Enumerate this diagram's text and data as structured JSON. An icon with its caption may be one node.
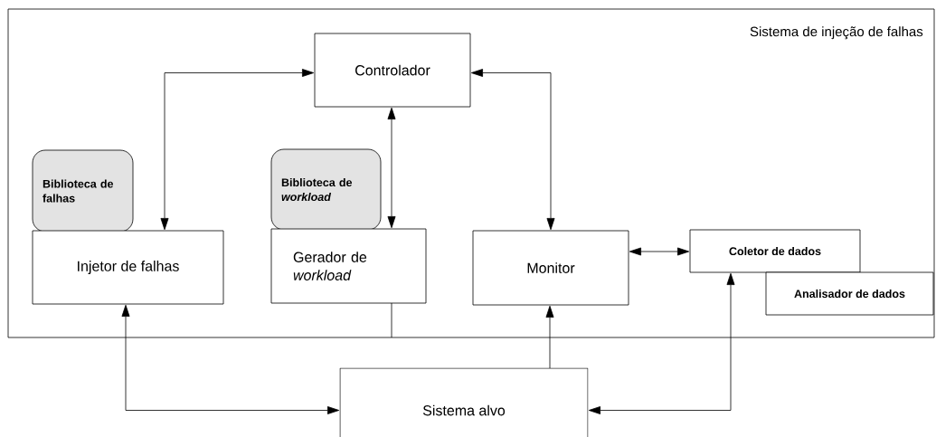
{
  "diagram": {
    "nodes": [
      {
        "text": [
          "Sistema de injeção de falhas"
        ]
      },
      {
        "text": [
          "Controlador"
        ],
        "in": 0
      },
      {
        "text": [
          "Biblioteca de falhas"
        ],
        "in": 0
      },
      {
        "text": [
          "Injetor de falhas"
        ],
        "in": 0
      },
      {
        "text": [
          "Biblioteca de *workload*"
        ],
        "in": 0
      },
      {
        "text": [
          "Gerador de *workload*"
        ],
        "in": 0
      },
      {
        "text": [
          "Monitor"
        ],
        "in": 0
      },
      {
        "text": [
          "Coletor de dados"
        ],
        "in": 0
      },
      {
        "text": [
          "Analisador de dados"
        ],
        "in": 0
      },
      {
        "text": [
          "Sistema alvo"
        ]
      }
    ],
    "edges": [
      {
        "from": 3,
        "to": 1,
        "arrow": "both"
      },
      {
        "from": 1,
        "to": 5,
        "arrow": "both"
      },
      {
        "from": 1,
        "to": 6,
        "arrow": "both"
      },
      {
        "from": 6,
        "to": 7,
        "arrow": "both"
      },
      {
        "from": 3,
        "to": 9,
        "arrow": "both"
      },
      {
        "from": 5,
        "to": 0,
        "arrow": "none"
      },
      {
        "from": 9,
        "to": 6,
        "arrow": "to"
      },
      {
        "from": 7,
        "to": 9,
        "arrow": "both"
      }
    ]
  }
}
